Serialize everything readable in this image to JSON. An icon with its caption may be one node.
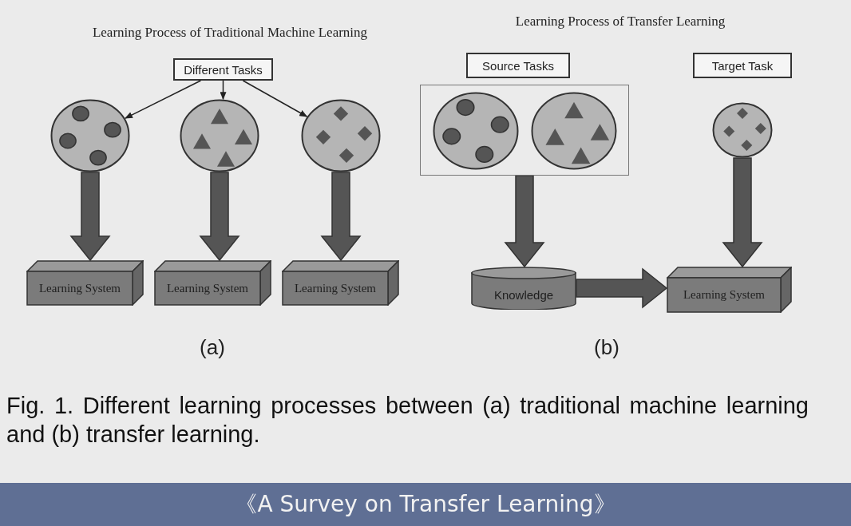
{
  "diagram": {
    "title": "《A Survey on Transfer Learning》",
    "caption": "Fig. 1. Different learning processes between (a) traditional machine learning and (b) transfer learning.",
    "nodes": [
      {
        "text": [
          "Different Tasks"
        ]
      },
      {
        "text": [],
        "shape": "circle"
      },
      {
        "text": [],
        "shape": "circle"
      },
      {
        "text": [],
        "shape": "circle"
      },
      {
        "text": [
          "Learning System"
        ]
      },
      {
        "text": [
          "Learning System"
        ]
      },
      {
        "text": [
          "Learning System"
        ]
      },
      {
        "text": [
          "Source Tasks"
        ]
      },
      {
        "text": [
          "Target Task"
        ]
      },
      {
        "text": [],
        "shape": "box"
      },
      {
        "text": [],
        "shape": "circle",
        "in": 9
      },
      {
        "text": [],
        "shape": "circle",
        "in": 9
      },
      {
        "text": [],
        "shape": "circle"
      },
      {
        "text": [
          "Knowledge"
        ]
      },
      {
        "text": [
          "Learning System"
        ]
      }
    ],
    "edges": [
      {
        "from": 0,
        "to": 1,
        "arrow": "to"
      },
      {
        "from": 0,
        "to": 2,
        "arrow": "to"
      },
      {
        "from": 0,
        "to": 3,
        "arrow": "to"
      },
      {
        "from": 1,
        "to": 4,
        "arrow": "to",
        "style": "thick"
      },
      {
        "from": 2,
        "to": 5,
        "arrow": "to",
        "style": "thick"
      },
      {
        "from": 3,
        "to": 6,
        "arrow": "to",
        "style": "thick"
      },
      {
        "from": 9,
        "to": 13,
        "arrow": "to",
        "style": "thick"
      },
      {
        "from": 12,
        "to": 14,
        "arrow": "to",
        "style": "thick"
      },
      {
        "from": 13,
        "to": 14,
        "arrow": "to",
        "style": "thick"
      }
    ],
    "labels": [
      "Learning Process of Traditional Machine Learning",
      "Learning Process of Transfer Learning",
      "(a)",
      "(b)"
    ]
  }
}
